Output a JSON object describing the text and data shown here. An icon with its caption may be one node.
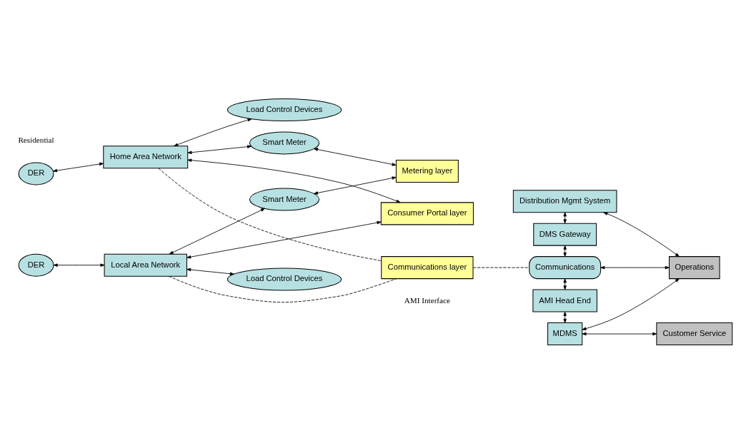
{
  "diagram": {
    "nodes": [
      {
        "text": [
          "DER"
        ]
      },
      {
        "text": [
          "Home Area Network"
        ]
      },
      {
        "text": [
          "Load Control Devices"
        ]
      },
      {
        "text": [
          "Smart Meter"
        ]
      },
      {
        "text": [
          "Consumer Portal layer"
        ]
      },
      {
        "text": [
          "Metering layer"
        ]
      },
      {
        "text": [
          "Communications layer"
        ]
      },
      {
        "text": [
          "DER"
        ]
      },
      {
        "text": [
          "Local Area Network"
        ]
      },
      {
        "text": [
          "Load Control Devices"
        ]
      },
      {
        "text": [
          "Smart Meter"
        ]
      },
      {
        "text": [
          "Distribution Mgmt System"
        ]
      },
      {
        "text": [
          "Operations"
        ]
      },
      {
        "text": [
          "DMS Gateway"
        ]
      },
      {
        "text": [
          "Communications"
        ]
      },
      {
        "text": [
          "AMI Head End"
        ]
      },
      {
        "text": [
          "Customer Service"
        ]
      },
      {
        "text": [
          "MDMS"
        ]
      }
    ],
    "edges": [
      {
        "from": 0,
        "to": 1,
        "arrow": "both"
      },
      {
        "from": 1,
        "to": 2,
        "arrow": "both"
      },
      {
        "from": 1,
        "to": 3,
        "arrow": "both"
      },
      {
        "from": 1,
        "to": 4,
        "arrow": "both"
      },
      {
        "from": 3,
        "to": 5,
        "arrow": "both"
      },
      {
        "from": 1,
        "to": 6,
        "arrow": "none",
        "style": "dashed"
      },
      {
        "from": 8,
        "to": 6,
        "arrow": "none",
        "style": "dashed"
      },
      {
        "from": 8,
        "to": 4,
        "arrow": "both"
      },
      {
        "from": 10,
        "to": 5,
        "arrow": "both"
      },
      {
        "from": 7,
        "to": 8,
        "arrow": "both"
      },
      {
        "from": 8,
        "to": 9,
        "arrow": "both"
      },
      {
        "from": 8,
        "to": 10,
        "arrow": "both"
      },
      {
        "from": 6,
        "to": 14,
        "arrow": "none",
        "style": "dashed"
      },
      {
        "from": 11,
        "to": 13,
        "arrow": "both"
      },
      {
        "from": 11,
        "to": 12,
        "arrow": "both"
      },
      {
        "from": 13,
        "to": 14,
        "arrow": "both"
      },
      {
        "from": 12,
        "to": 14,
        "arrow": "both"
      },
      {
        "from": 12,
        "to": 17,
        "arrow": "both"
      },
      {
        "from": 14,
        "to": 15,
        "arrow": "both"
      },
      {
        "from": 15,
        "to": 17,
        "arrow": "both"
      },
      {
        "from": 17,
        "to": 16,
        "arrow": "both"
      }
    ],
    "labels": [
      "Residential",
      "AMI Interface"
    ]
  }
}
